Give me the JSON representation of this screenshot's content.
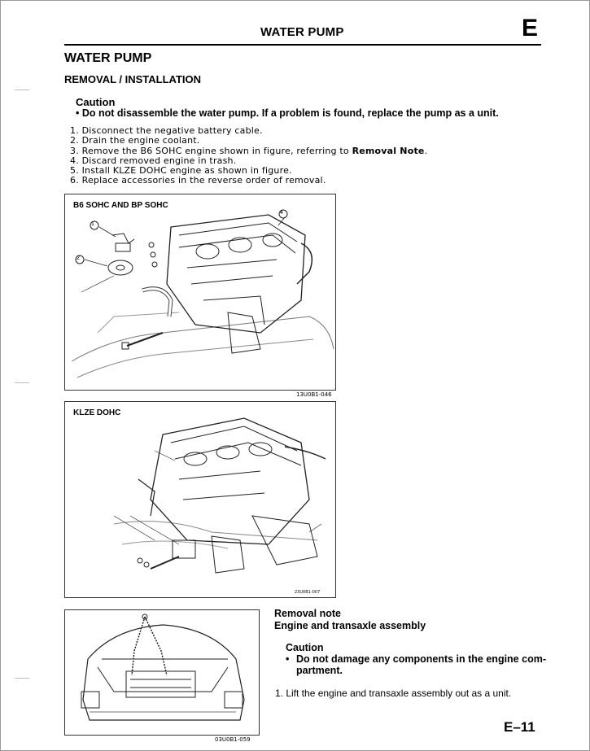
{
  "header": {
    "title": "WATER PUMP",
    "section_letter": "E"
  },
  "section": {
    "title": "WATER PUMP",
    "subtitle": "REMOVAL / INSTALLATION"
  },
  "caution": {
    "heading": "Caution",
    "bullet": "•",
    "text": "Do not disassemble the water pump. If a problem is found, replace the pump as a unit."
  },
  "steps": [
    {
      "prefix": "1. Disconnect the negative battery cable.",
      "bold": "",
      "suffix": ""
    },
    {
      "prefix": "2. Drain the engine coolant.",
      "bold": "",
      "suffix": ""
    },
    {
      "prefix": "3. Remove the B6 SOHC engine shown in figure, referring to ",
      "bold": "Removal Note",
      "suffix": "."
    },
    {
      "prefix": "4. Discard removed engine in trash.",
      "bold": "",
      "suffix": ""
    },
    {
      "prefix": "5. Install KLZE DOHC engine as shown in figure.",
      "bold": "",
      "suffix": ""
    },
    {
      "prefix": "6. Replace accessories in the reverse order of removal.",
      "bold": "",
      "suffix": ""
    }
  ],
  "figures": [
    {
      "label": "B6 SOHC AND BP SOHC",
      "code": "13U0B1-046",
      "callouts": [
        "1",
        "2",
        "4"
      ]
    },
    {
      "label": "KLZE DOHC",
      "code": "23U0B1-007"
    },
    {
      "label": "",
      "code": "03U0B1-059"
    }
  ],
  "removal_note": {
    "title": "Removal note",
    "subtitle": "Engine and transaxle assembly",
    "caution_heading": "Caution",
    "bullet": "•",
    "caution_text": "Do not damage any components in the engine com-partment.",
    "step": "1. Lift the engine and transaxle assembly out as a unit."
  },
  "page_number": "E–11"
}
